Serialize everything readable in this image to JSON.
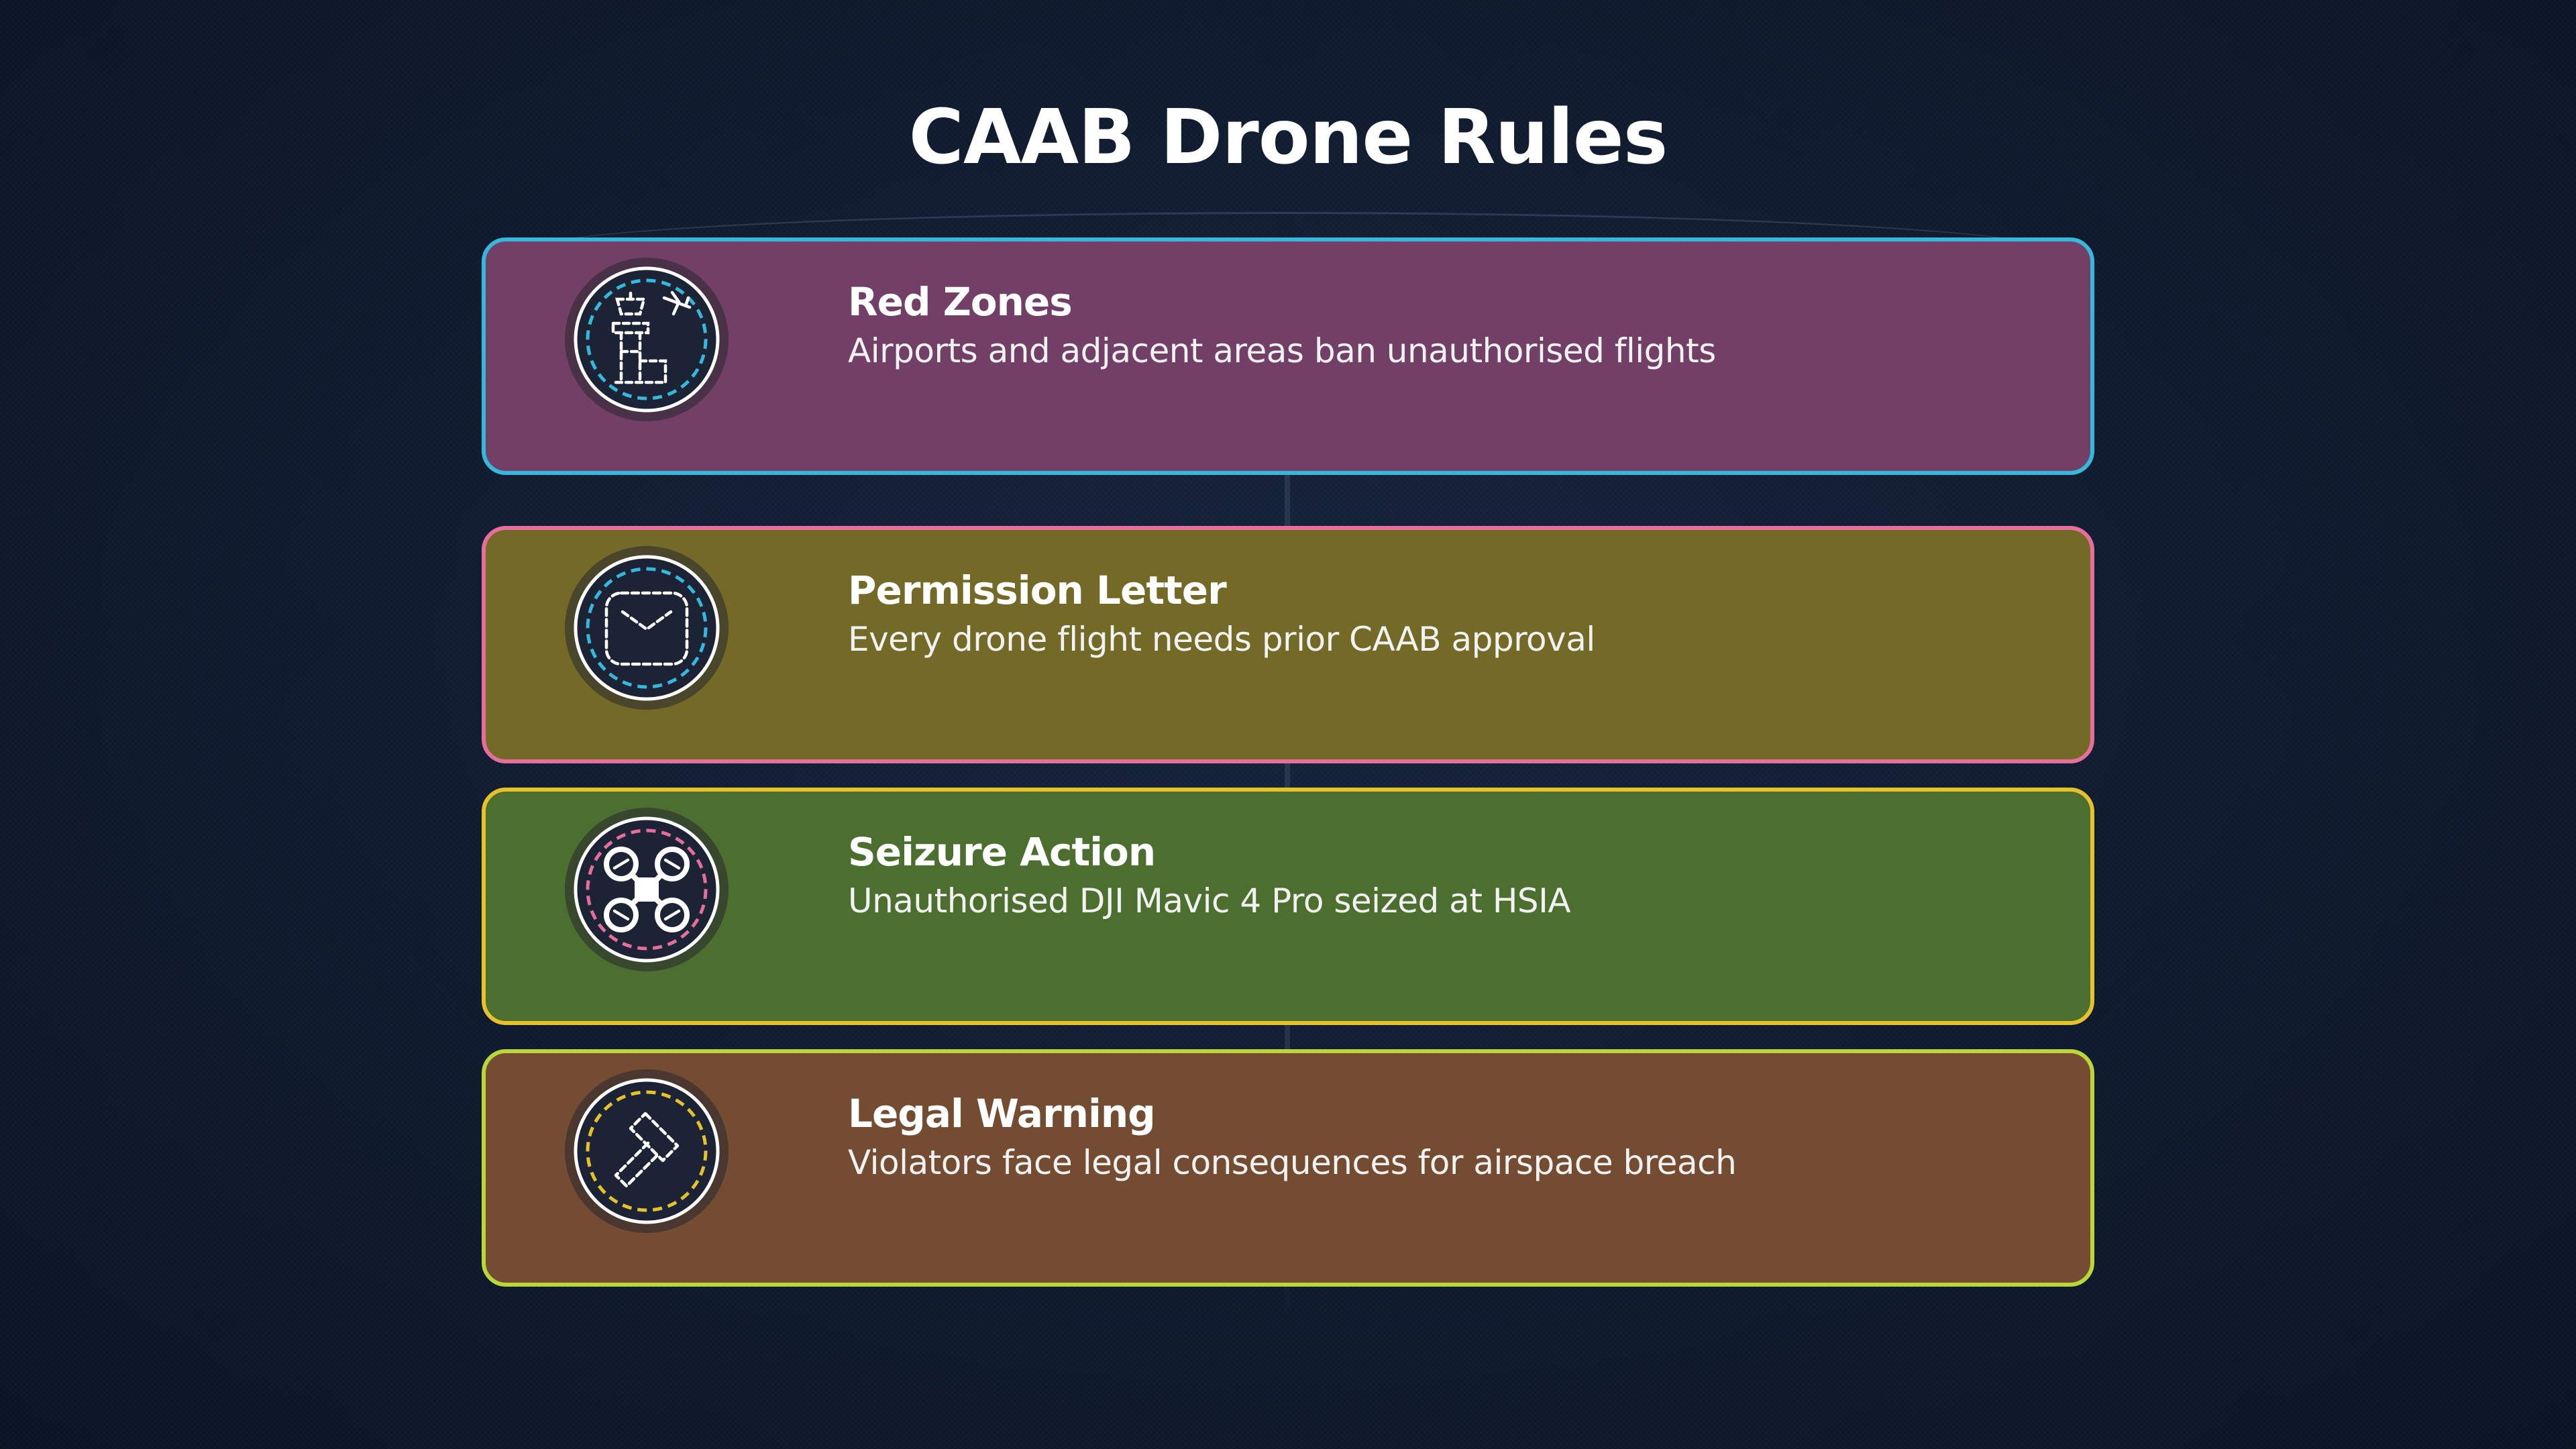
{
  "title": "CAAB Drone Rules",
  "cards": [
    {
      "title": "Red Zones",
      "description": "Airports and adjacent areas ban unauthorised flights",
      "icon": "control-tower-icon",
      "fill": "#723f66",
      "border": "#36b8dc",
      "dash": "#36b8dc"
    },
    {
      "title": "Permission Letter",
      "description": "Every drone flight needs prior CAAB approval",
      "icon": "envelope-icon",
      "fill": "#746a27",
      "border": "#e56e9c",
      "dash": "#36b8dc"
    },
    {
      "title": "Seizure Action",
      "description": "Unauthorised DJI Mavic 4 Pro seized at HSIA",
      "icon": "drone-icon",
      "fill": "#4c6f30",
      "border": "#e7c12c",
      "dash": "#e56e9c"
    },
    {
      "title": "Legal Warning",
      "description": "Violators face legal consequences for airspace breach",
      "icon": "gavel-icon",
      "fill": "#744c32",
      "border": "#b9d63a",
      "dash": "#e7c12c"
    }
  ]
}
